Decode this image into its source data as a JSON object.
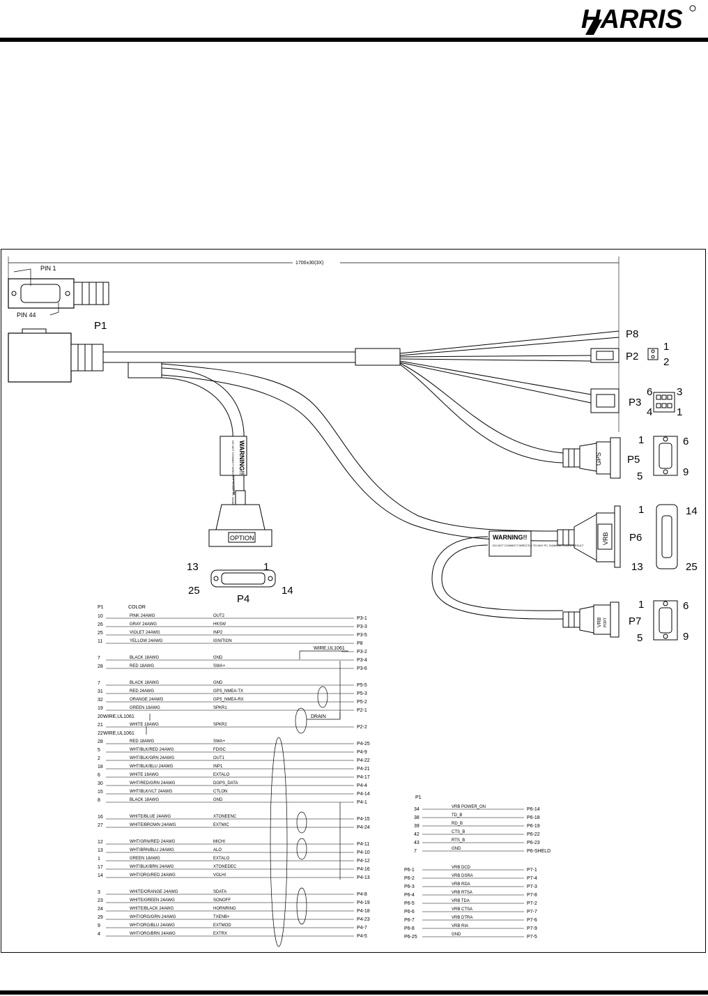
{
  "header": {
    "logo_text": "HARRIS"
  },
  "diagram": {
    "dimension": "1700±30(3X)",
    "p1": {
      "label": "P1",
      "pin1": "PIN 1",
      "pin44": "PIN 44"
    },
    "connectors": {
      "p8": "P8",
      "p2": {
        "label": "P2",
        "pins": [
          "1",
          "2"
        ]
      },
      "p3": {
        "label": "P3",
        "pins": [
          "6",
          "3",
          "4",
          "1"
        ]
      },
      "p5": {
        "label": "P5",
        "body": "GPS",
        "pins": [
          "1",
          "6",
          "5",
          "9"
        ]
      },
      "p6": {
        "label": "P6",
        "body": "VRB",
        "pins": [
          "1",
          "14",
          "13",
          "25"
        ]
      },
      "p7": {
        "label": "P7",
        "body": "VRB",
        "body2": "PORT",
        "pins": [
          "1",
          "6",
          "5",
          "9"
        ]
      },
      "p4": {
        "label": "P4",
        "body": "OPTION",
        "pins": [
          "13",
          "1",
          "25",
          "14"
        ]
      }
    },
    "warning_tags": [
      {
        "title": "WARNING!!",
        "text": "DO NOT CONNECT DIRECTLY TO ANY PC. DAMAGE COULD RESULT"
      },
      {
        "title": "WARNING!!",
        "text": "DO NOT CONNECT DIRECTLY TO ANY PC. DAMAGE COULD RESULT"
      }
    ],
    "table1": {
      "col_p1": "P1",
      "col_color": "COLOR",
      "rows": [
        {
          "pin": "10",
          "color": "PINK 24AWG",
          "signal": "OUT2",
          "dest": "P3-1"
        },
        {
          "pin": "26",
          "color": "GRAY 24AWG",
          "signal": "HKSW",
          "dest": "P3-3"
        },
        {
          "pin": "25",
          "color": "VIOLET 24AWG",
          "signal": "INP2",
          "dest": "P3-5"
        },
        {
          "pin": "11",
          "color": "YELLOW 24AWG",
          "signal": "IGNITION",
          "dest": "P8"
        },
        {
          "pin": "",
          "color": "",
          "signal": "",
          "dest": "P3-2"
        },
        {
          "pin": "7",
          "color": "BLACK 18AWG",
          "signal": "GND",
          "dest": "P3-4"
        },
        {
          "pin": "28",
          "color": "RED 18AWG",
          "signal": "SWA+",
          "dest": "P3-6"
        },
        {
          "pin": "7",
          "color": "BLACK 18AWG",
          "signal": "GND",
          "dest": "P5-5"
        },
        {
          "pin": "31",
          "color": "RED 24AWG",
          "signal": "GPS_NMEA-TX",
          "dest": "P5-3"
        },
        {
          "pin": "32",
          "color": "ORANGE 24AWG",
          "signal": "GPS_NMEA-RX",
          "dest": "P5-2"
        },
        {
          "pin": "19",
          "color": "GREEN 18AWG",
          "signal": "SPKR1",
          "dest": "P2-1"
        },
        {
          "pin": "20",
          "color": "",
          "signal": "",
          "dest": ""
        },
        {
          "pin": "21",
          "color": "WHITE 18AWG",
          "signal": "SPKR2",
          "dest": "P2-2"
        },
        {
          "pin": "22",
          "color": "",
          "signal": "",
          "dest": ""
        },
        {
          "pin": "28",
          "color": "RED 18AWG",
          "signal": "SWA+",
          "dest": "P4-25"
        },
        {
          "pin": "5",
          "color": "WHT/BLK/RED 24AWG",
          "signal": "FDISC",
          "dest": "P4-9"
        },
        {
          "pin": "2",
          "color": "WHT/BLK/GRN 24AWG",
          "signal": "OUT1",
          "dest": "P4-22"
        },
        {
          "pin": "18",
          "color": "WHT/BLK/BLU 24AWG",
          "signal": "INP1",
          "dest": "P4-21"
        },
        {
          "pin": "6",
          "color": "WHITE 18AWG",
          "signal": "EXTALO",
          "dest": "P4-17"
        },
        {
          "pin": "30",
          "color": "WHT/RED/GRN 24AWG",
          "signal": "DGPS_DATA",
          "dest": "P4-4"
        },
        {
          "pin": "15",
          "color": "WHT/BLK/VLT 24AWG",
          "signal": "CTLON",
          "dest": "P4-14"
        },
        {
          "pin": "8",
          "color": "BLACK 18AWG",
          "signal": "GND",
          "dest": "P4-1"
        },
        {
          "pin": "16",
          "color": "WHITE/BLUE 24AWG",
          "signal": "XTONEENC",
          "dest": "P4-15"
        },
        {
          "pin": "27",
          "color": "WHITE/BROWN 24AWG",
          "signal": "EXTMIC",
          "dest": "P4-24"
        },
        {
          "pin": "12",
          "color": "WHT/GRN/RED 24AWG",
          "signal": "MICHI",
          "dest": "P4-11"
        },
        {
          "pin": "13",
          "color": "WHT/BRN/BLU 24AWG",
          "signal": "ALO",
          "dest": "P4-10"
        },
        {
          "pin": "1",
          "color": "GREEN 18AWG",
          "signal": "EXTALO",
          "dest": "P4-12"
        },
        {
          "pin": "17",
          "color": "WHT/BLK/BRN 24AWG",
          "signal": "XTONEDEC",
          "dest": "P4-16"
        },
        {
          "pin": "14",
          "color": "WHT/ORG/RED 24AWG",
          "signal": "VOLHI",
          "dest": "P4-13"
        },
        {
          "pin": "3",
          "color": "WHITE/ORANGE 24AWG",
          "signal": "SDATA",
          "dest": "P4-8"
        },
        {
          "pin": "23",
          "color": "WHITE/GREEN 24AWG",
          "signal": "SONOFF",
          "dest": "P4-19"
        },
        {
          "pin": "24",
          "color": "WHITE/BLACK 24AWG",
          "signal": "HORNRING",
          "dest": "P4-18"
        },
        {
          "pin": "29",
          "color": "WHT/ORG/GRN 24AWG",
          "signal": "TXENB+",
          "dest": "P4-23"
        },
        {
          "pin": "9",
          "color": "WHT/ORG/BLU 24AWG",
          "signal": "EXTMOD",
          "dest": "P4-7"
        },
        {
          "pin": "4",
          "color": "WHT/ORG/BRN 24AWG",
          "signal": "EXTRX",
          "dest": "P4-5"
        }
      ],
      "notes": {
        "wire1": "WIRE,UL1061",
        "wire2": "WIRE,UL1061",
        "wire3": "WIRE,UL1061",
        "drain": "DRAIN"
      }
    },
    "table2": {
      "col_p1": "P1",
      "rows": [
        {
          "pin": "34",
          "signal": "VRB POWER_ON",
          "dest": "P6-14"
        },
        {
          "pin": "38",
          "signal": "TD_B",
          "dest": "P6-18"
        },
        {
          "pin": "39",
          "signal": "RD_B",
          "dest": "P6-19"
        },
        {
          "pin": "42",
          "signal": "CTS_B",
          "dest": "P6-22"
        },
        {
          "pin": "43",
          "signal": "RTS_B",
          "dest": "P6-23"
        },
        {
          "pin": "7",
          "signal": "GND",
          "dest": "P6-SHELD"
        }
      ]
    },
    "table3": {
      "rows": [
        {
          "pin": "P6-1",
          "signal": "VRB DCD",
          "dest": "P7-1"
        },
        {
          "pin": "P6-2",
          "signal": "VRB DSRA",
          "dest": "P7-4"
        },
        {
          "pin": "P6-3",
          "signal": "VRB RDA",
          "dest": "P7-3"
        },
        {
          "pin": "P6-4",
          "signal": "VRB RTSA",
          "dest": "P7-8"
        },
        {
          "pin": "P6-5",
          "signal": "VRB TDA",
          "dest": "P7-2"
        },
        {
          "pin": "P6-6",
          "signal": "VRB CTSA",
          "dest": "P7-7"
        },
        {
          "pin": "P6-7",
          "signal": "VRB DTRA",
          "dest": "P7-6"
        },
        {
          "pin": "P6-8",
          "signal": "VRB RIA",
          "dest": "P7-9"
        },
        {
          "pin": "P6-25",
          "signal": "GND",
          "dest": "P7-5"
        }
      ]
    }
  }
}
